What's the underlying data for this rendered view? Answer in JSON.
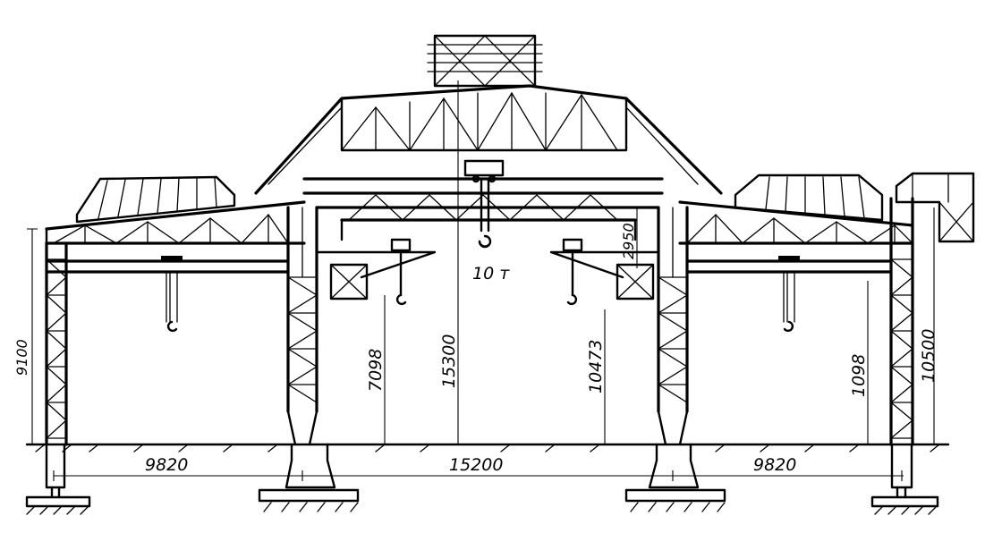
{
  "labels": {
    "span_left": "9820",
    "span_middle": "15200",
    "span_right": "9820",
    "crane_capacity": "10 т",
    "height_center": "15300",
    "height_left_inner": "7098",
    "height_right_inner": "10473",
    "height_truss": "2950",
    "height_right_crane": "1098",
    "height_right_outer": "10500",
    "height_left_outer": "9100"
  }
}
